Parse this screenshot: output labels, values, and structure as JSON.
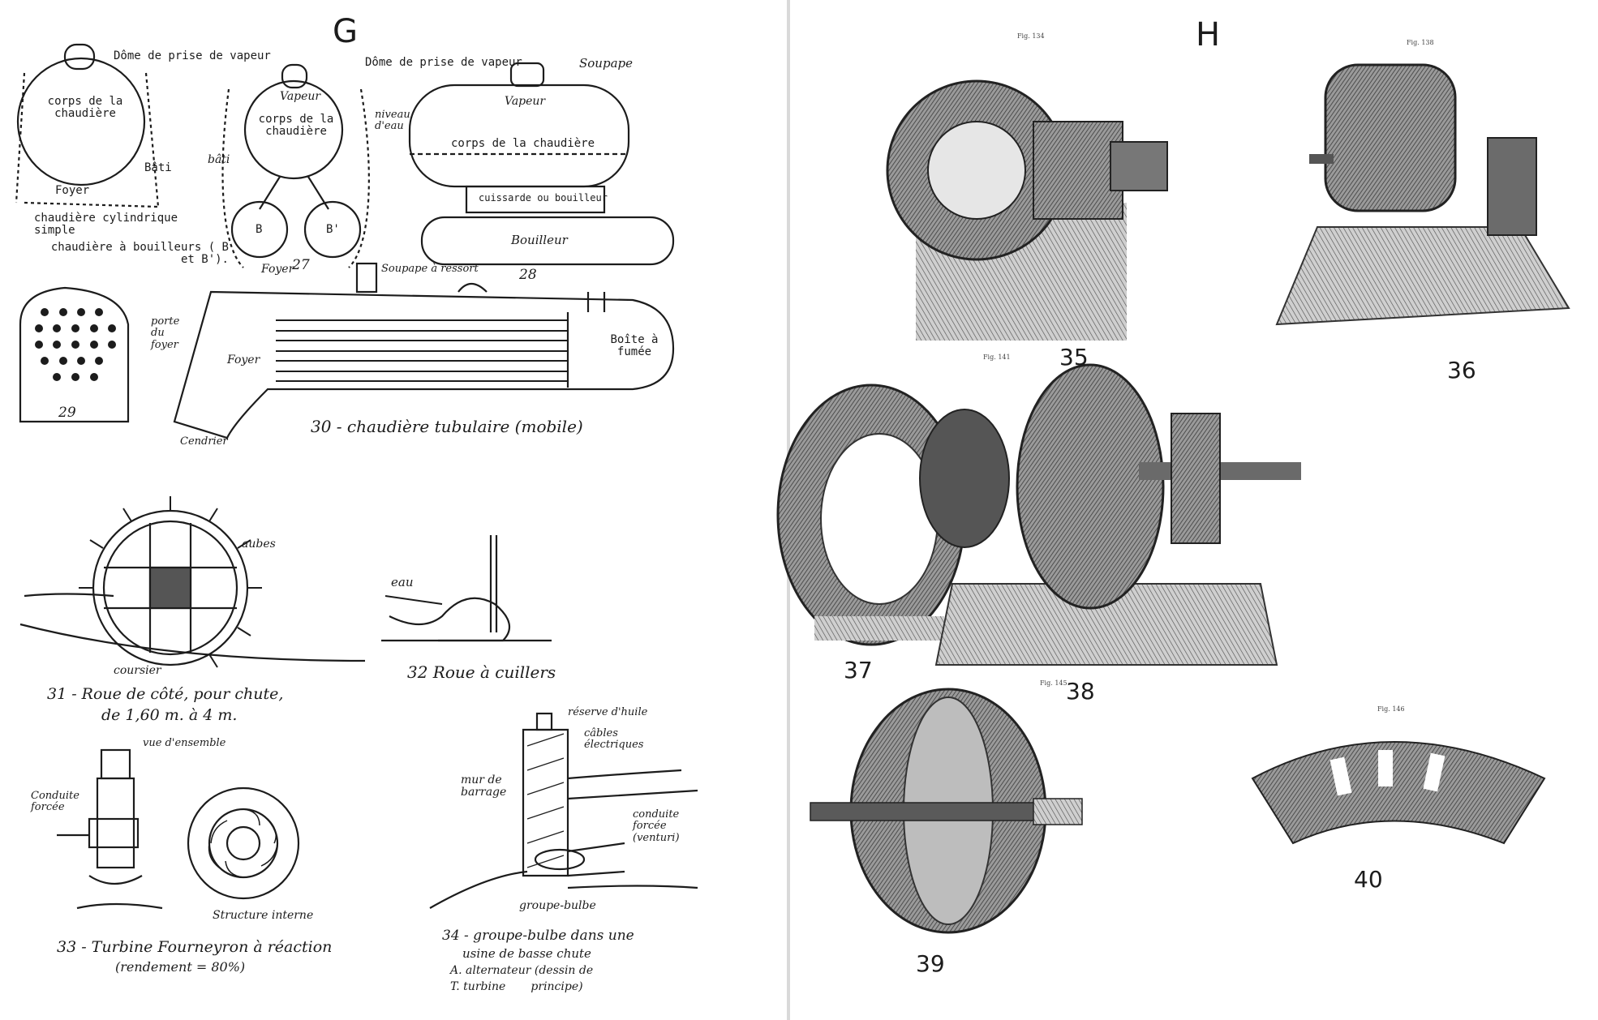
{
  "left_page": {
    "letter": "G",
    "fig26": {
      "dome_label": "Dôme de prise de vapeur",
      "body_label": "corps de la chaudière",
      "brick_label": "Bâti",
      "foyer_label": "Foyer",
      "caption": "chaudière cylindrique simple"
    },
    "fig27": {
      "dome_label": "Dôme de prise de vapeur",
      "vapeur_label": "Vapeur",
      "body_label": "corps de la chaudière",
      "bati_label": "bâti",
      "niveau_label": "niveau d'eau",
      "b_left": "B",
      "b_right": "B'",
      "foyer_label": "Foyer",
      "num": "27",
      "caption": "chaudière à bouilleurs ( B et B')."
    },
    "fig28": {
      "soupape_label": "Soupape",
      "vapeur_label": "Vapeur",
      "body_label": "corps de la chaudière",
      "cuissarde_label": "cuissarde ou bouilleur",
      "bouilleur_label": "Bouilleur",
      "num": "28"
    },
    "fig29": {
      "num": "29"
    },
    "fig30": {
      "soupape_label": "Soupape à ressort",
      "porte_label": "porte du foyer",
      "foyer_label": "Foyer",
      "boite_label": "Boîte à fumée",
      "cendrier_label": "Cendrier",
      "caption": "30 - chaudière tubulaire (mobile)"
    },
    "fig31": {
      "aubes_label": "aubes",
      "coursier_label": "coursier",
      "caption_line1": "31 - Roue de côté, pour chute,",
      "caption_line2": "de 1,60 m. à 4 m."
    },
    "fig32": {
      "eau_label": "eau",
      "caption": "32 Roue à cuillers"
    },
    "fig33": {
      "vue_label": "vue d'ensemble",
      "conduite_label": "Conduite forcée",
      "structure_label": "Structure interne",
      "caption_line1": "33 - Turbine Fourneyron à réaction",
      "caption_line2": "(rendement = 80%)"
    },
    "fig34": {
      "reserve_label": "réserve d'huile",
      "cables_label": "câbles électriques",
      "mur_label": "mur de barrage",
      "conduite_label": "conduite forcée (venturi)",
      "groupe_label": "groupe-bulbe",
      "caption_line1": "34 - groupe-bulbe dans une",
      "caption_line2": "usine de basse chute",
      "caption_line3": "A. alternateur (dessin de",
      "caption_line4": "T. turbine       principe)"
    }
  },
  "right_page": {
    "letter": "H",
    "figures": [
      {
        "num": "35",
        "fig_tag": "Fig. 134"
      },
      {
        "num": "36",
        "fig_tag": "Fig. 138"
      },
      {
        "num": "37",
        "fig_tag": "Fig. 141"
      },
      {
        "num": "38",
        "fig_tag": ""
      },
      {
        "num": "39",
        "fig_tag": "Fig. 145"
      },
      {
        "num": "40",
        "fig_tag": "Fig. 146"
      }
    ]
  },
  "colors": {
    "ink": "#1c1c1c",
    "paper": "#ffffff",
    "engraving": "#3a3a3a",
    "spine": "#d9d9d9"
  }
}
